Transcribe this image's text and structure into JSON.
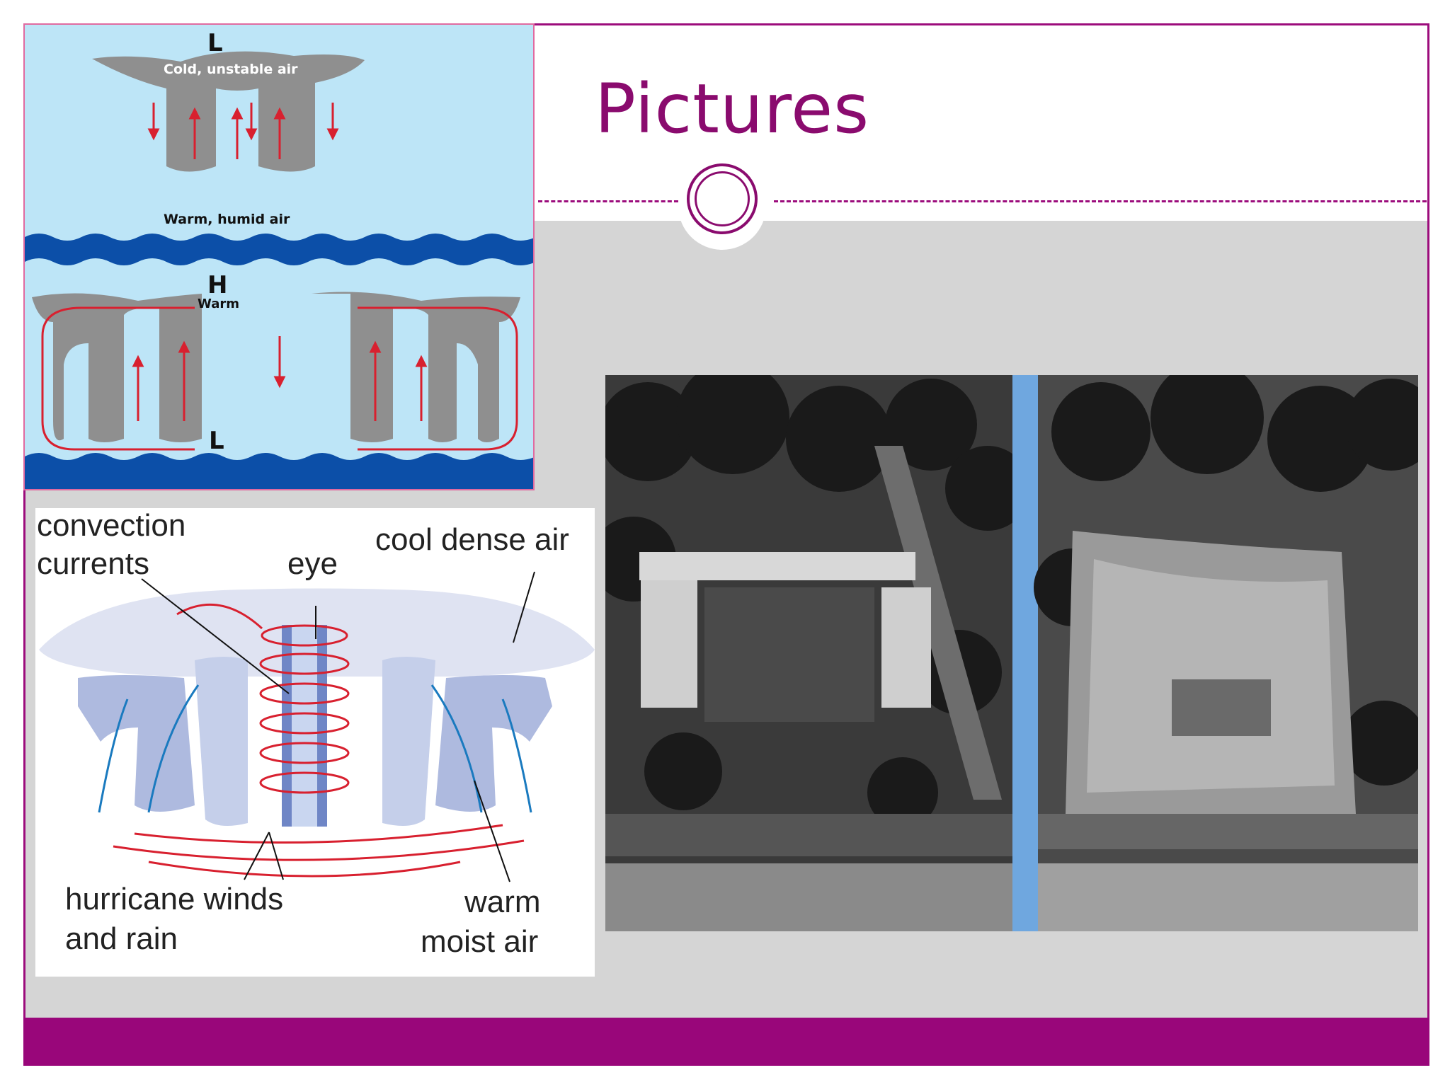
{
  "slide": {
    "title": "Pictures"
  },
  "convection_diagram": {
    "top_pressure": "L",
    "top_air_label": "Cold, unstable air",
    "bottom_air_label": "Warm, humid air",
    "lower_high_label": "H",
    "lower_warm_label": "Warm",
    "lower_low_label": "L"
  },
  "hurricane_diagram": {
    "convection_line1": "convection",
    "convection_line2": "currents",
    "eye": "eye",
    "cool_dense_air": "cool dense air",
    "hurricane_line1": "hurricane winds",
    "hurricane_line2": "and rain",
    "warm_line1": "warm",
    "warm_line2": "moist air"
  },
  "colors": {
    "accent": "#99067a",
    "title": "#8a0b6e",
    "content_bg": "#d5d5d5",
    "sky": "#bde5f7",
    "sea": "#0c4fa8",
    "arrow_red": "#d8202f",
    "arrow_blue": "#1a7abf"
  },
  "icons": {
    "divider": "double-circle-ornament"
  }
}
